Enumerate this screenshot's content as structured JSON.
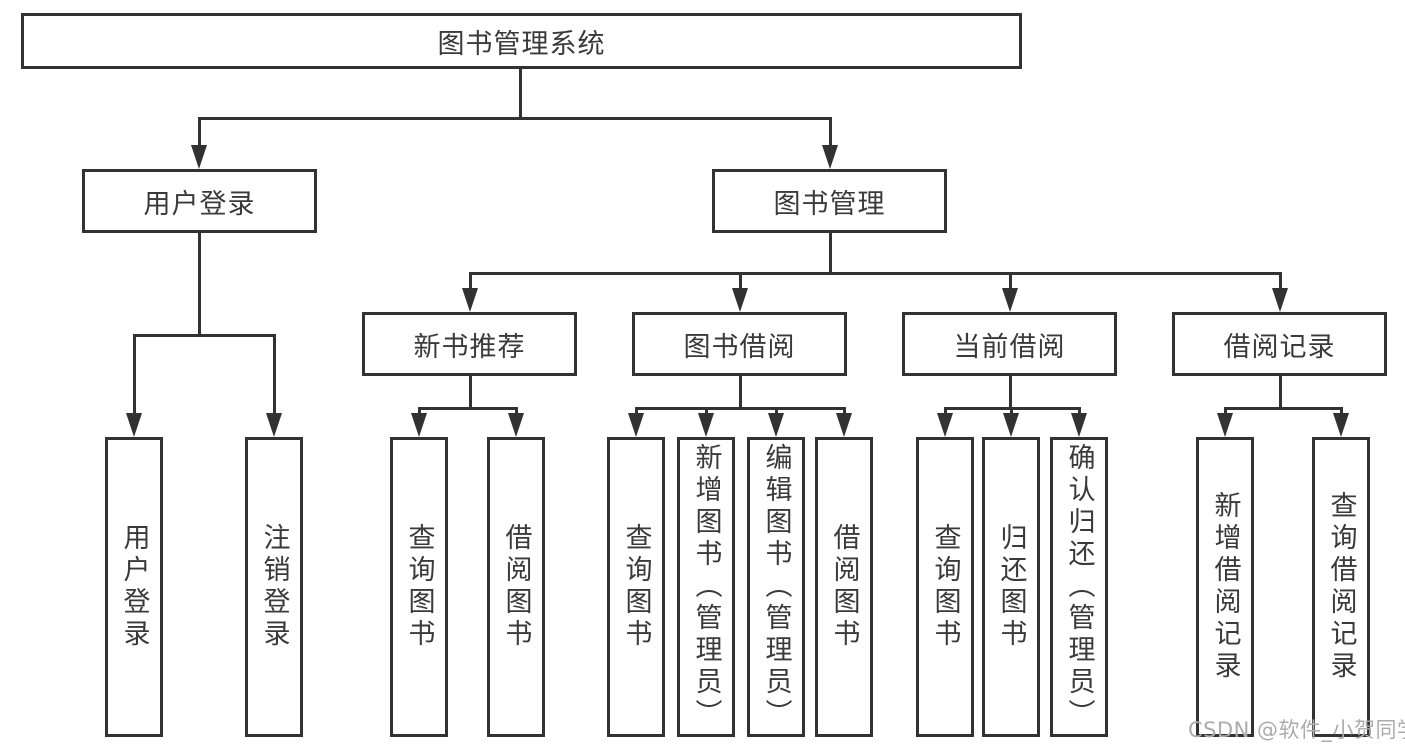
{
  "tree": {
    "root": {
      "label": "图书管理系统"
    },
    "branches": [
      {
        "label": "用户登录",
        "children": [
          {
            "label": "用户登录"
          },
          {
            "label": "注销登录"
          }
        ]
      },
      {
        "label": "图书管理",
        "children": [
          {
            "label": "新书推荐",
            "children": [
              {
                "label": "查询图书"
              },
              {
                "label": "借阅图书"
              }
            ]
          },
          {
            "label": "图书借阅",
            "children": [
              {
                "label": "查询图书"
              },
              {
                "label": "新增图书（管理员）"
              },
              {
                "label": "编辑图书（管理员）"
              },
              {
                "label": "借阅图书"
              }
            ]
          },
          {
            "label": "当前借阅",
            "children": [
              {
                "label": "查询图书"
              },
              {
                "label": "归还图书"
              },
              {
                "label": "确认归还（管理员）"
              }
            ]
          },
          {
            "label": "借阅记录",
            "children": [
              {
                "label": "新增借阅记录"
              },
              {
                "label": "查询借阅记录"
              }
            ]
          }
        ]
      }
    ]
  },
  "watermark": {
    "text": "CSDN @软件_小贺同学"
  },
  "colors": {
    "line": "#323232",
    "text": "#3a3a3a",
    "watermark": "#acacac",
    "background": "#ffffff"
  }
}
